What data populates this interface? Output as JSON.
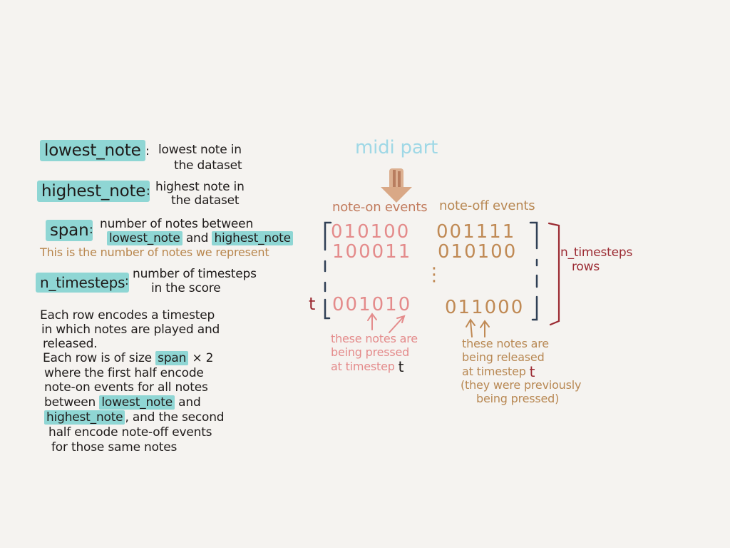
{
  "definitions": {
    "lowest": {
      "term": "lowest_note",
      "desc1": "lowest note in",
      "desc2": "the dataset"
    },
    "highest": {
      "term": "highest_note",
      "desc1": "highest note in",
      "desc2": "the dataset"
    },
    "span": {
      "term": "span",
      "desc1": "number of notes between",
      "link1": "lowest_note",
      "and": "and",
      "link2": "highest_note",
      "note": "This is the number of notes we represent"
    },
    "timesteps": {
      "term": "n_timesteps",
      "desc1": "number of timesteps",
      "desc2": "in the score"
    }
  },
  "paragraph": {
    "line1": "Each row encodes a timestep",
    "line2": "in which notes are played and",
    "line3": "released.",
    "line4a": "Each row is of size",
    "line4hl": "span",
    "line4b": "× 2",
    "line5": "where the first half encode",
    "line6": "note-on events for all notes",
    "line7a": "between",
    "line7hl": "lowest_note",
    "line7b": "and",
    "line8hl": "highest_note",
    "line8b": ", and the second",
    "line9": "half encode note-off events",
    "line10": "for those same notes"
  },
  "diagram": {
    "title": "midi part",
    "header_on": "note-on events",
    "header_off": "note-off events",
    "rows": [
      {
        "on": "010100",
        "off": "001111"
      },
      {
        "on": "100011",
        "off": "010100"
      },
      {
        "on": "001010",
        "off": "011000"
      }
    ],
    "vdots": "⋮",
    "t_label": "t",
    "rows_label1": "n_timesteps",
    "rows_label2": "rows",
    "ann_on1": "these notes are",
    "ann_on2": "being pressed",
    "ann_on3": "at timestep",
    "ann_on_t": "t",
    "ann_off1": "these notes are",
    "ann_off2": "being released",
    "ann_off3": "at timestep",
    "ann_off_t": "t",
    "ann_off4": "(they were previously",
    "ann_off5": "being pressed)"
  },
  "colors": {
    "highlight": "#8fd6d4",
    "note_on": "#e48b8b",
    "note_off": "#c08a55",
    "rows_bracket": "#9b2a32",
    "matrix_bracket": "#2f3f55",
    "midi_title": "#9fd8e6",
    "arrow": "#c58d67"
  }
}
